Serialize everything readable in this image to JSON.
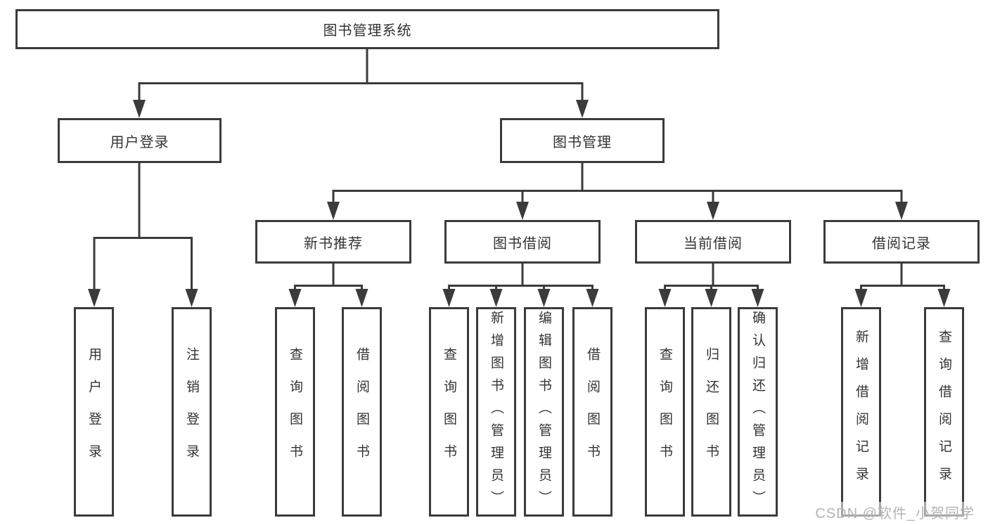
{
  "diagram": {
    "root": "图书管理系统",
    "branches": [
      {
        "label": "用户登录",
        "children": [
          {
            "label": "用户登录"
          },
          {
            "label": "注销登录"
          }
        ]
      },
      {
        "label": "图书管理",
        "children": [
          {
            "label": "新书推荐",
            "children": [
              {
                "label": "查询图书"
              },
              {
                "label": "借阅图书"
              }
            ]
          },
          {
            "label": "图书借阅",
            "children": [
              {
                "label": "查询图书"
              },
              {
                "label": "新增图书（管理员）"
              },
              {
                "label": "编辑图书（管理员）"
              },
              {
                "label": "借阅图书"
              }
            ]
          },
          {
            "label": "当前借阅",
            "children": [
              {
                "label": "查询图书"
              },
              {
                "label": "归还图书"
              },
              {
                "label": "确认归还（管理员）"
              }
            ]
          },
          {
            "label": "借阅记录",
            "children": [
              {
                "label": "新增借阅记录"
              },
              {
                "label": "查询借阅记录"
              }
            ]
          }
        ]
      }
    ]
  },
  "watermark": {
    "text": "CSDN @软件_小贺同学"
  },
  "colors": {
    "line": "#3b3b3b",
    "text": "#333333",
    "watermark": "#b4b4b4",
    "background": "#ffffff"
  }
}
